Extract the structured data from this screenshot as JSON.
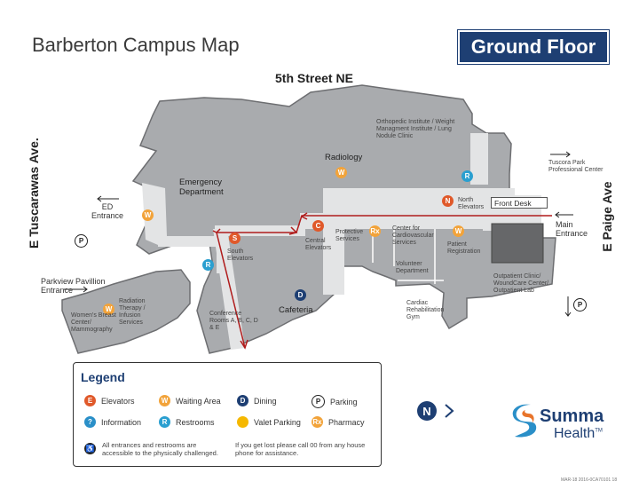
{
  "title": "Barberton Campus Map",
  "floor": "Ground Floor",
  "streets": {
    "north": "5th Street NE",
    "west": "E Tuscarawas Ave.",
    "east": "E Paige Ave"
  },
  "rooms": {
    "emergency": "Emergency Department",
    "radiology": "Radiology",
    "orthopedic": "Orthopedic Institute / Weight Managment Institute / Lung Nodule Clinic",
    "north_elevators": "North Elevators",
    "front_desk": "Front Desk",
    "main_entrance": "Main Entrance",
    "tuscora": "Tuscora Park Professional Center",
    "protective": "Protective Services",
    "cardiovascular": "Center for Cardiovascular Services",
    "patient_reg": "Patient Registration",
    "central_elev": "Central Elevators",
    "south_elev": "South Elevators",
    "volunteer": "Volunteer Department",
    "cafeteria": "Cafeteria",
    "cardiac_rehab": "Cardiac Rehabilitation Gym",
    "conference": "Conference Rooms A, B, C, D & E",
    "outpatient": "Outpatient Clinic/ WoundCare Center/ Outpatient Lab",
    "ed_entrance": "ED Entrance",
    "parkview_entrance": "Parkview Pavillion Entrance",
    "radiation": "Radiation Therapy / Infusion Services",
    "womens": "Women's Breast Center/ Mammography"
  },
  "legend": {
    "title": "Legend",
    "items": [
      {
        "symbol": "E",
        "label": "Elevators",
        "color": "#e0592a"
      },
      {
        "symbol": "W",
        "label": "Waiting Area",
        "color": "#f2a33a"
      },
      {
        "symbol": "D",
        "label": "Dining",
        "color": "#1e3f73"
      },
      {
        "symbol": "P",
        "label": "Parking",
        "color": "#ffffff"
      },
      {
        "symbol": "?",
        "label": "Information",
        "color": "#2a8fc8"
      },
      {
        "symbol": "R",
        "label": "Restrooms",
        "color": "#2a9fd0"
      },
      {
        "symbol": "",
        "label": "Valet Parking",
        "color": "#f5b800"
      },
      {
        "symbol": "Rx",
        "label": "Pharmacy",
        "color": "#f2a33a"
      }
    ],
    "note_access": "All entrances and restrooms are accessible to the physically challenged.",
    "note_lost": "If you get lost please call 00 from any house phone for assistance."
  },
  "north_arrow": "N",
  "brand": {
    "name": "Summa",
    "sub": "Health",
    "tm": "TM"
  },
  "print_code": "MAR-18 2016-0CA70101 18",
  "colors": {
    "building": "#a9abae",
    "building_outline": "#6d6e71",
    "corridor": "#e3e4e5",
    "route": "#b01c1c",
    "navy": "#1e3f73"
  }
}
